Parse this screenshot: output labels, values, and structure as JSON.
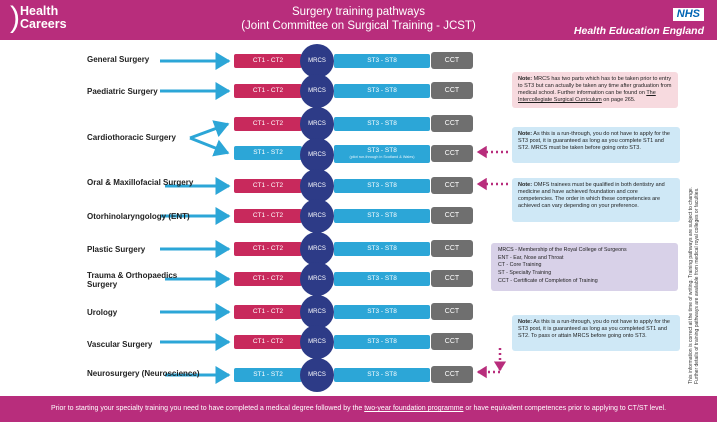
{
  "header": {
    "logo_line1": "Health",
    "logo_line2": "Careers",
    "title_line1": "Surgery training pathways",
    "title_line2": "(Joint Committee on Surgical Training - JCST)",
    "nhs_badge": "NHS",
    "nhs_org": "Health Education England"
  },
  "specialties": [
    {
      "name": "General Surgery",
      "ct": "CT1 - CT2",
      "mrcs": "MRCS",
      "st": "ST3 - ST8",
      "cct": "CCT"
    },
    {
      "name": "Paediatric Surgery",
      "ct": "CT1 - CT2",
      "mrcs": "MRCS",
      "st": "ST3 - ST8",
      "cct": "CCT"
    },
    {
      "name": "Cardiothoracic Surgery",
      "ct": "CT1 - CT2",
      "mrcs": "MRCS",
      "st": "ST3 - ST8",
      "cct": "CCT",
      "alt_st1": "ST1 - ST2",
      "alt_mrcs": "MRCS",
      "alt_st": "ST3 - ST8",
      "alt_sub": "(pilot run-through in Scotland & Wales)",
      "alt_cct": "CCT"
    },
    {
      "name": "Oral & Maxillofacial Surgery",
      "ct": "CT1 - CT2",
      "mrcs": "MRCS",
      "st": "ST3 - ST8",
      "cct": "CCT"
    },
    {
      "name": "Otorhinolaryngology (ENT)",
      "ct": "CT1 - CT2",
      "mrcs": "MRCS",
      "st": "ST3 - ST8",
      "cct": "CCT"
    },
    {
      "name": "Plastic Surgery",
      "ct": "CT1 - CT2",
      "mrcs": "MRCS",
      "st": "ST3 - ST8",
      "cct": "CCT"
    },
    {
      "name": "Trauma & Orthopaedics Surgery",
      "ct": "CT1 - CT2",
      "mrcs": "MRCS",
      "st": "ST3 - ST8",
      "cct": "CCT"
    },
    {
      "name": "Urology",
      "ct": "CT1 - CT2",
      "mrcs": "MRCS",
      "st": "ST3 - ST8",
      "cct": "CCT"
    },
    {
      "name": "Vascular Surgery",
      "ct": "CT1 - CT2",
      "mrcs": "MRCS",
      "st": "ST3 - ST8",
      "cct": "CCT"
    },
    {
      "name": "Neurosurgery (Neuroscience)",
      "ct": "ST1 - ST2",
      "mrcs": "MRCS",
      "st": "ST3 - ST8",
      "cct": "CCT"
    }
  ],
  "notes": {
    "pink": {
      "label": "Note:",
      "text": " MRCS has two parts which has to be taken prior to entry to ST3 but can actually be taken any time after graduation from medical school. Further information can be found on ",
      "link": "The Intercollegiate Surgical Curriculum",
      "tail": " on page 265."
    },
    "blue1": {
      "label": "Note:",
      "text": " As this is a run-through, you do not have to apply for the ST3 post, it is guaranteed as long as you complete ST1 and ST2. MRCS must be taken before going onto ST3."
    },
    "blue2": {
      "label": "Note:",
      "text": " OMFS trainees must be qualified in both dentistry and medicine and have achieved foundation and core competencies. The order in which these competencies are achieved can vary depending on your preference."
    },
    "blue3": {
      "label": "Note:",
      "text": " As this is a run-through, you do not have to apply for the ST3 post, it is guaranteed as long as you completed ST1 and ST2. To pass or attain MRCS before going onto ST3."
    }
  },
  "glossary": [
    "MRCS - Membership of the Royal College of Surgeons",
    "ENT - Ear, Nose and Throat",
    "CT - Core Training",
    "ST - Specialty Training",
    "CCT - Certificate of Completion of Training"
  ],
  "side_note": {
    "line1": "This information is correct at the time of writing. Training pathways are subject to change.",
    "line2": "Further details of training pathways are available from medical royal colleges or faculties."
  },
  "footer": {
    "pre": "Prior to starting your specialty training you need to have completed a medical degree followed by the ",
    "link": "two-year foundation programme",
    "post": " or have equivalent competences prior to applying to CT/ST level."
  },
  "colors": {
    "brand": "#b82d7c",
    "ct": "#c8295c",
    "st": "#2ca6d7",
    "mrcs": "#2d3b87",
    "cct": "#6f6f6f",
    "arrow": "#2ca6d7",
    "dotted_arrow": "#b82d7c"
  }
}
